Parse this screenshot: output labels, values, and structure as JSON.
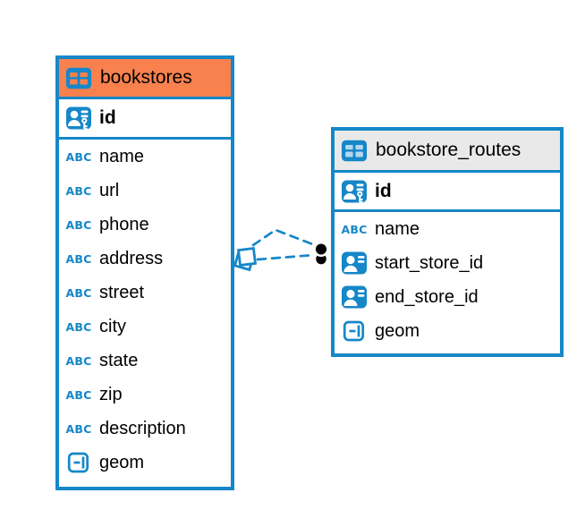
{
  "colors": {
    "accent_blue": "#1687c8",
    "selected_header_orange": "#f8814d",
    "header_gray": "#e9e9e9",
    "endpoint_black": "#000000",
    "background": "#ffffff"
  },
  "tables": [
    {
      "name": "bookstores",
      "header_style": "selected-orange",
      "rows": [
        {
          "label": "id",
          "type": "primary-key"
        },
        {
          "label": "name",
          "type": "text"
        },
        {
          "label": "url",
          "type": "text"
        },
        {
          "label": "phone",
          "type": "text"
        },
        {
          "label": "address",
          "type": "text"
        },
        {
          "label": "street",
          "type": "text"
        },
        {
          "label": "city",
          "type": "text"
        },
        {
          "label": "state",
          "type": "text"
        },
        {
          "label": "zip",
          "type": "text"
        },
        {
          "label": "description",
          "type": "text"
        },
        {
          "label": "geom",
          "type": "geometry"
        }
      ]
    },
    {
      "name": "bookstore_routes",
      "header_style": "gray",
      "rows": [
        {
          "label": "id",
          "type": "primary-key"
        },
        {
          "label": "name",
          "type": "text"
        },
        {
          "label": "start_store_id",
          "type": "reference"
        },
        {
          "label": "end_store_id",
          "type": "reference"
        },
        {
          "label": "geom",
          "type": "geometry"
        }
      ]
    }
  ],
  "relationships": {
    "from_table": "bookstores",
    "to_table": "bookstore_routes",
    "line_style": "dashed",
    "line_count": 2
  }
}
